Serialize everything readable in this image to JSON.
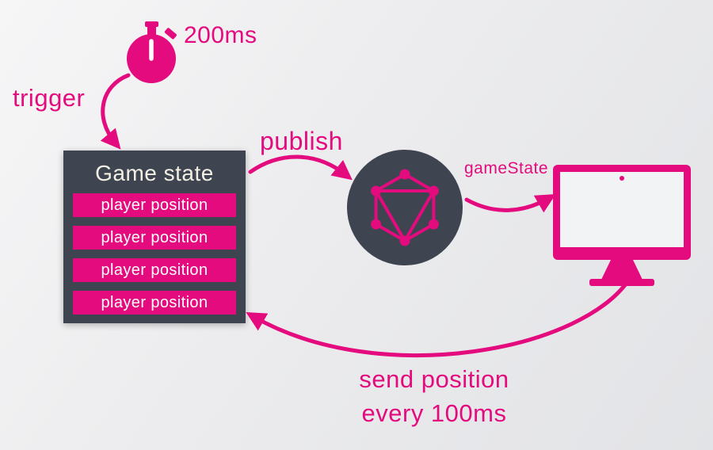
{
  "colors": {
    "magenta": "#e30b7d",
    "dark_slate": "#3e4450",
    "background": "#ececee",
    "cream": "#f3efe4",
    "white": "#ffffff"
  },
  "timer": {
    "label": "200ms"
  },
  "labels": {
    "trigger": "trigger",
    "publish": "publish",
    "game_state_event": "gameState",
    "send_line1": "send position",
    "send_line2": "every 100ms"
  },
  "game_state": {
    "title": "Game state",
    "rows": [
      "player position",
      "player position",
      "player position",
      "player position"
    ]
  },
  "icons": {
    "timer": "stopwatch-icon",
    "broker": "graphql-logo-icon",
    "client": "monitor-icon"
  }
}
